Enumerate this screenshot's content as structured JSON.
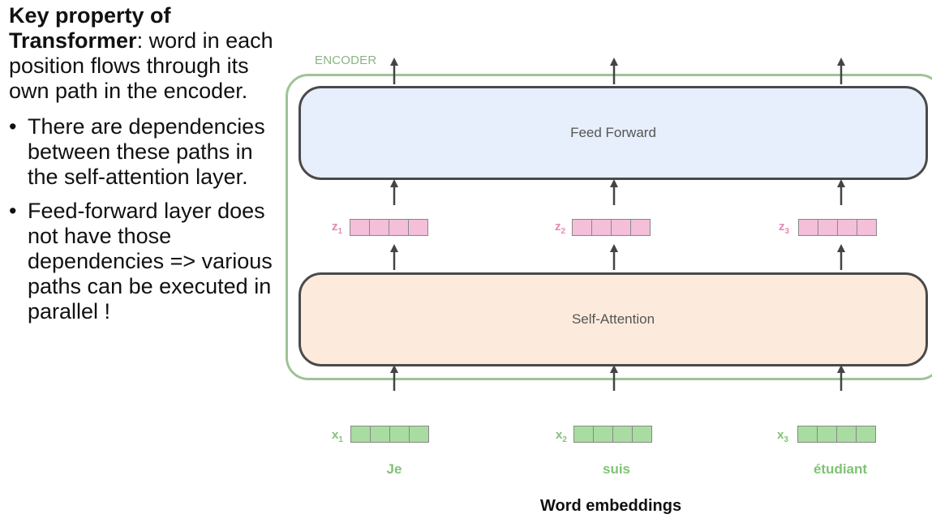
{
  "left_panel": {
    "title_bold": "Key property of Transformer",
    "title_rest": ": word in each position flows through its own path in the encoder.",
    "bullets": [
      "There are dependencies between these paths in the self-attention layer.",
      "Feed-forward layer does not have those dependencies => various paths can be executed in parallel !"
    ]
  },
  "diagram": {
    "encoder_label": "ENCODER",
    "feed_forward_label": "Feed Forward",
    "self_attention_label": "Self-Attention",
    "z_vectors": [
      {
        "label": "z",
        "sub": "1"
      },
      {
        "label": "z",
        "sub": "2"
      },
      {
        "label": "z",
        "sub": "3"
      }
    ],
    "x_vectors": [
      {
        "label": "x",
        "sub": "1"
      },
      {
        "label": "x",
        "sub": "2"
      },
      {
        "label": "x",
        "sub": "3"
      }
    ],
    "words": [
      "Je",
      "suis",
      "étudiant"
    ],
    "caption": "Word embeddings",
    "colors": {
      "encoder_border": "#9fc397",
      "feed_forward_fill": "#e6effb",
      "self_attention_fill": "#fcebdc",
      "z_fill": "#f4bfd8",
      "x_fill": "#a9dca0",
      "word_color": "#7fc374"
    }
  }
}
